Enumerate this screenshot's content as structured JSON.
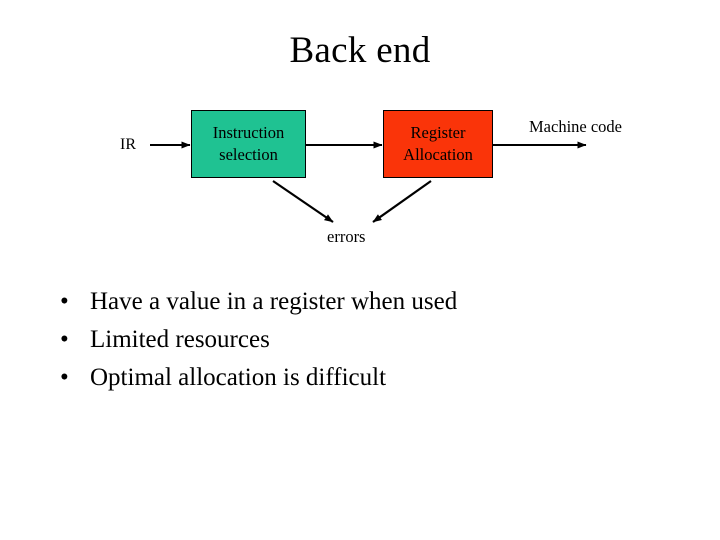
{
  "slide": {
    "title": "Back end",
    "background_color": "#FFFFFF",
    "text_color": "#000000"
  },
  "diagram": {
    "input_label": "IR",
    "output_label": "Machine code",
    "error_label": "errors",
    "boxes": [
      {
        "name": "instruction-selection",
        "line1": "Instruction",
        "line2": "selection",
        "fill_color": "#1FC292",
        "border_color": "#000000"
      },
      {
        "name": "register-allocation",
        "line1": "Register",
        "line2": "Allocation",
        "fill_color": "#FA3409",
        "border_color": "#000000"
      }
    ],
    "arrows": [
      {
        "name": "ir-to-instruction-selection",
        "from": "IR",
        "to": "Instruction selection"
      },
      {
        "name": "instruction-selection-to-register-allocation",
        "from": "Instruction selection",
        "to": "Register Allocation"
      },
      {
        "name": "register-allocation-to-machine-code",
        "from": "Register Allocation",
        "to": "Machine code"
      },
      {
        "name": "instruction-selection-to-errors",
        "from": "Instruction selection",
        "to": "errors"
      },
      {
        "name": "register-allocation-to-errors",
        "from": "Register Allocation",
        "to": "errors"
      }
    ]
  },
  "bullets": {
    "marker": "•",
    "items": [
      "Have a value in a register when used",
      "Limited resources",
      "Optimal allocation is difficult"
    ]
  }
}
